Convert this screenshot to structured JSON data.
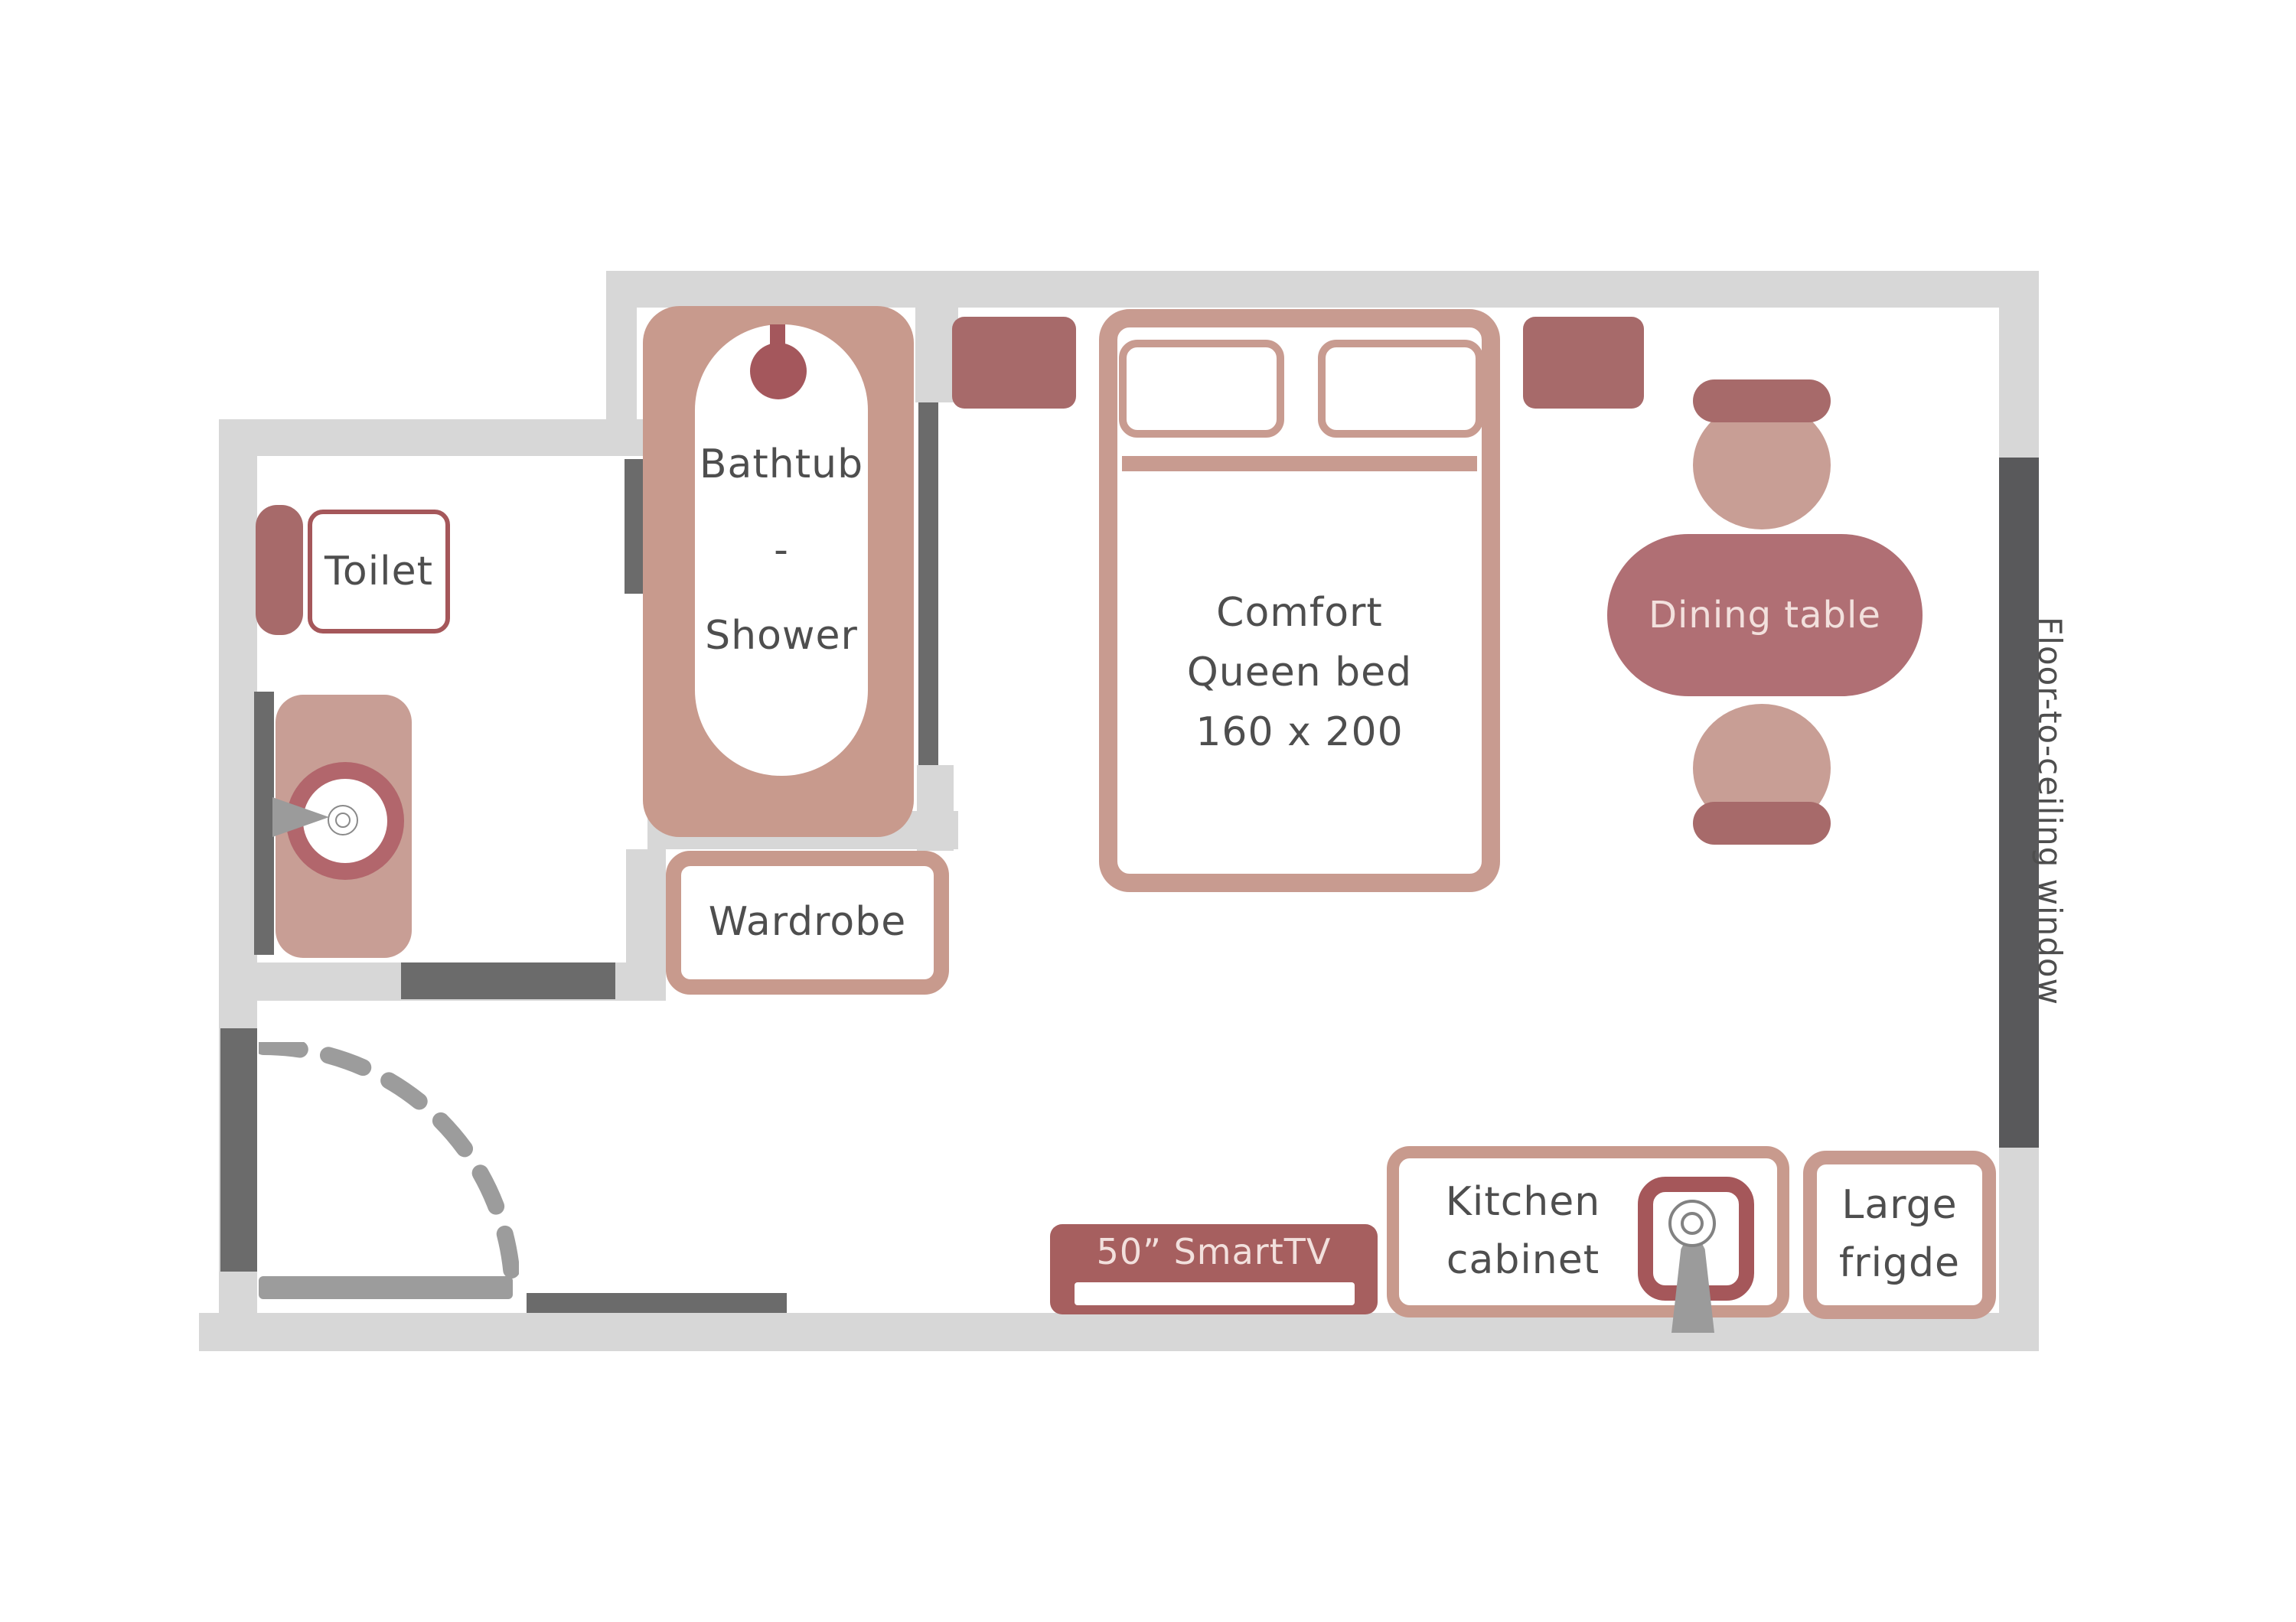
{
  "floor_plan": {
    "bathroom": {
      "toilet_label": "Toilet",
      "bathtub_lines": [
        "Bathtub",
        "-",
        "Shower"
      ]
    },
    "bedroom": {
      "bed_lines": [
        "Comfort",
        "Queen bed",
        "160 x 200"
      ],
      "wardrobe_label": "Wardrobe"
    },
    "dining": {
      "table_label": "Dining table"
    },
    "kitchen": {
      "tv_label": "50” SmartTV",
      "cabinet_lines": [
        "Kitchen",
        "cabinet"
      ],
      "fridge_lines": [
        "Large",
        "frigde"
      ]
    },
    "window_label": "Floor-to-ceiling window",
    "colors": {
      "wall": "#d7d7d7",
      "wall_dark_segment": "#6b6b6b",
      "door_gray": "#9c9c9c",
      "window_glass": "#59595b",
      "furniture_pink": "#c89a8d",
      "seat_pink": "#c89e95",
      "clay_red": "#a76a6a",
      "fixture_red": "#a5575a",
      "dining_table_red": "#b06f74",
      "tv_red": "#a65f5f",
      "label_dark": "#4e4e4e",
      "label_light": "#f2e0dd"
    }
  }
}
